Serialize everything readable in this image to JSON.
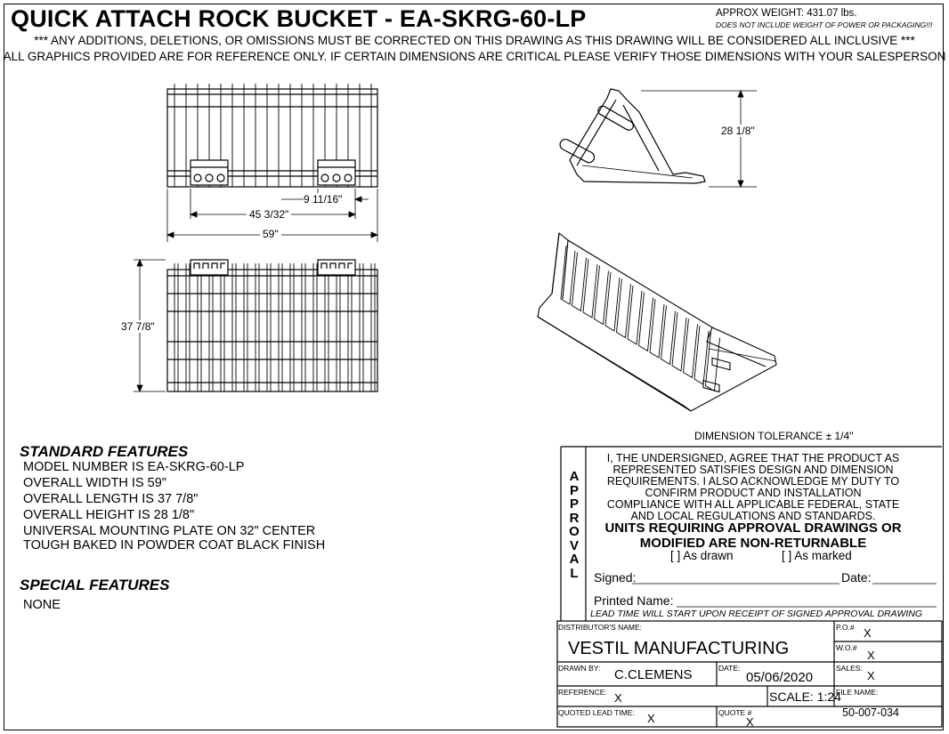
{
  "header": {
    "title": "QUICK ATTACH ROCK BUCKET - EA-SKRG-60-LP",
    "weight": "APPROX WEIGHT: 431.07 lbs.",
    "weight_note": "DOES NOT INCLUDE WEIGHT OF POWER OR PACKAGING!!!",
    "notice1": "*** ANY ADDITIONS, DELETIONS, OR OMISSIONS MUST BE CORRECTED ON THIS DRAWING AS THIS DRAWING WILL BE CONSIDERED ALL INCLUSIVE ***",
    "notice2": "ALL GRAPHICS PROVIDED ARE FOR REFERENCE ONLY. IF CERTAIN DIMENSIONS ARE CRITICAL PLEASE VERIFY THOSE DIMENSIONS WITH YOUR SALESPERSON"
  },
  "dimensions": {
    "center": "9 11/16\"",
    "plate": "45 3/32\"",
    "width": "59\"",
    "length": "37 7/8\"",
    "height": "28 1/8\"",
    "tolerance": "DIMENSION TOLERANCE ± 1/4\""
  },
  "standard_features": {
    "heading": "STANDARD FEATURES",
    "items": [
      "MODEL NUMBER IS EA-SKRG-60-LP",
      "OVERALL WIDTH IS   59\"",
      "OVERALL LENGTH IS  37 7/8\"",
      "OVERALL HEIGHT IS  28 1/8\"",
      "UNIVERSAL MOUNTING PLATE ON 32\" CENTER",
      "TOUGH BAKED IN POWDER COAT BLACK FINISH"
    ]
  },
  "special_features": {
    "heading": "SPECIAL FEATURES",
    "items": [
      "NONE"
    ]
  },
  "approval": {
    "vertical_label": [
      "A",
      "P",
      "P",
      "R",
      "O",
      "V",
      "A",
      "L"
    ],
    "statement": [
      "I, THE UNDERSIGNED, AGREE THAT THE PRODUCT AS",
      "REPRESENTED SATISFIES DESIGN AND DIMENSION",
      "REQUIREMENTS.  I ALSO ACKNOWLEDGE MY DUTY TO",
      "CONFIRM PRODUCT AND INSTALLATION",
      "COMPLIANCE WITH ALL APPLICABLE FEDERAL, STATE",
      "AND LOCAL REGULATIONS AND STANDARDS."
    ],
    "warning": [
      "UNITS REQUIRING APPROVAL DRAWINGS OR",
      "MODIFIED ARE NON-RETURNABLE"
    ],
    "as_drawn": "[   ] As drawn",
    "as_marked": "[   ] As marked",
    "signed_label": "Signed:",
    "date_label": "Date:",
    "printed_label": "Printed Name:",
    "lead_note": "LEAD TIME WILL START UPON RECEIPT OF SIGNED APPROVAL DRAWING"
  },
  "title_block": {
    "distributor_label": "DISTRIBUTOR'S NAME:",
    "distributor": "VESTIL MANUFACTURING",
    "po_label": "P.O.#",
    "po": "X",
    "wo_label": "W.O.#",
    "wo": "X",
    "drawn_label": "DRAWN BY:",
    "drawn": "C.CLEMENS",
    "date_label": "DATE:",
    "date": "05/06/2020",
    "sales_label": "SALES:",
    "sales": "X",
    "reference_label": "REFERENCE:",
    "reference": "X",
    "scale": "SCALE: 1:24",
    "file_label": "FILE NAME:",
    "file": "50-007-034",
    "quoted_label": "QUOTED LEAD TIME:",
    "quoted": "X",
    "quote_label": "QUOTE #",
    "quote": "X"
  }
}
